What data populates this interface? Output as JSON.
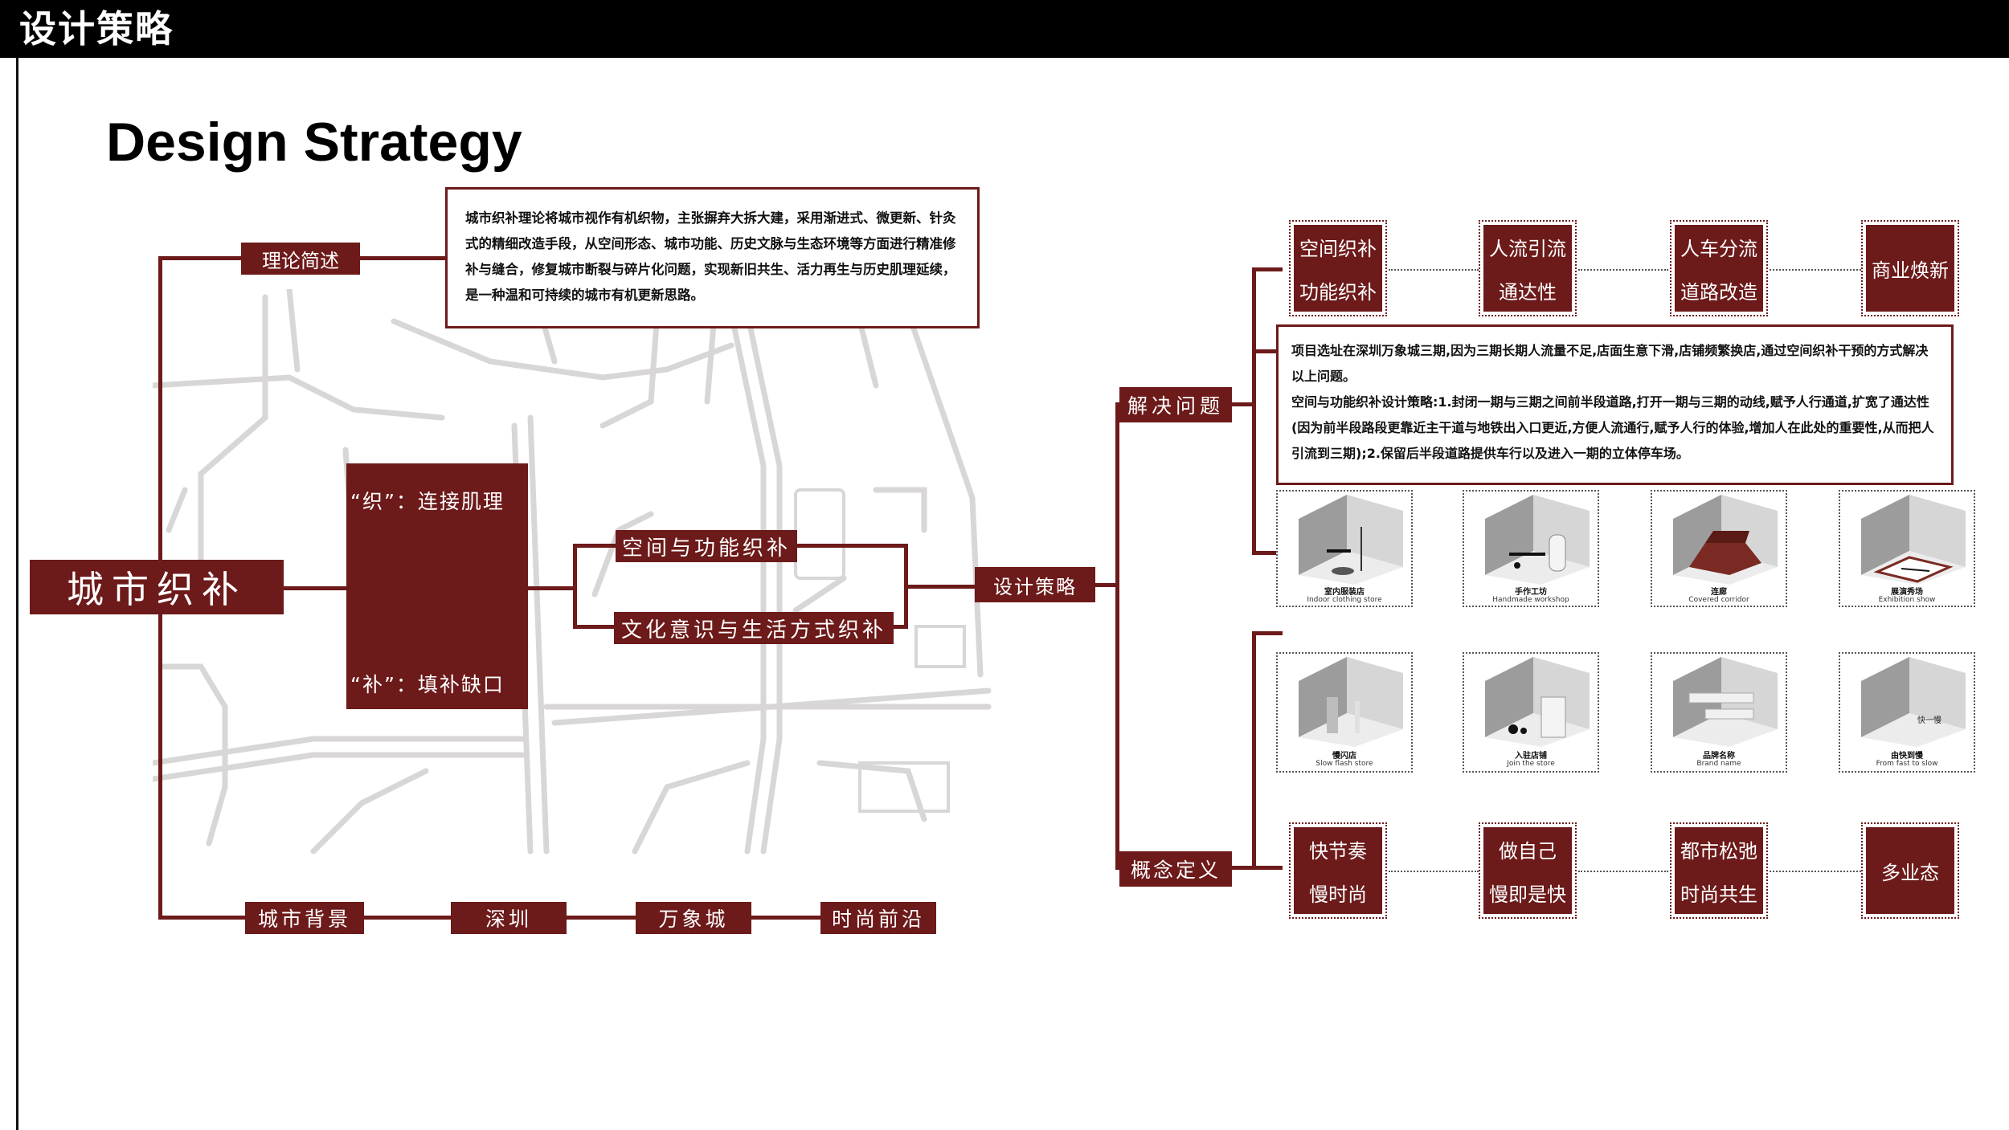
{
  "header": {
    "section_title": "设计策略"
  },
  "main_title": "Design Strategy",
  "left": {
    "root": "城市织补",
    "theory_label": "理论简述",
    "theory_text": "城市织补理论将城市视作有机织物，主张摒弃大拆大建，采用渐进式、微更新、针灸式的精细改造手段，从空间形态、城市功能、历史文脉与生态环境等方面进行精准修补与缝合，修复城市断裂与碎片化问题，实现新旧共生、活力再生与历史肌理延续，是一种温和可持续的城市有机更新思路。",
    "zhi": "“织”：连接肌理",
    "bu": "“补”：填补缺口",
    "branch1": "空间与功能织补",
    "branch2": "文化意识与生活方式织补",
    "strategy": "设计策略",
    "background": [
      "城市背景",
      "深圳",
      "万象城",
      "时尚前沿"
    ]
  },
  "right": {
    "solve_label": "解决问题",
    "concept_label": "概念定义",
    "top_chain": [
      {
        "l1": "空间织补",
        "l2": "功能织补"
      },
      {
        "l1": "人流引流",
        "l2": "通达性"
      },
      {
        "l1": "人车分流",
        "l2": "道路改造"
      },
      {
        "l1": "商业焕新",
        "l2": ""
      }
    ],
    "problem_text_1": "项目选址在深圳万象城三期,因为三期长期人流量不足,店面生意下滑,店铺频繁换店,通过空间织补干预的方式解决以上问题。",
    "problem_text_2": "空间与功能织补设计策略:1.封闭一期与三期之间前半段道路,打开一期与三期的动线,赋予人行通道,扩宽了通达性(因为前半段路段更靠近主干道与地铁出入口更近,方便人流通行,赋予人行的体验,增加人在此处的重要性,从而把人引流到三期);2.保留后半段道路提供车行以及进入一期的立体停车场。",
    "thumbs_row1": [
      {
        "zh": "室内服装店",
        "en": "Indoor clothing store"
      },
      {
        "zh": "手作工坊",
        "en": "Handmade workshop"
      },
      {
        "zh": "连廊",
        "en": "Covered corridor"
      },
      {
        "zh": "展演秀场",
        "en": "Exhibition show"
      }
    ],
    "thumbs_row2": [
      {
        "zh": "慢闪店",
        "en": "Slow flash store"
      },
      {
        "zh": "入驻店铺",
        "en": "Join the store"
      },
      {
        "zh": "品牌名称",
        "en": "Brand name"
      },
      {
        "zh": "由快到慢",
        "en": "From fast to slow"
      }
    ],
    "thumb_inner_text": "快一慢",
    "bottom_chain": [
      {
        "l1": "快节奏",
        "l2": "慢时尚"
      },
      {
        "l1": "做自己",
        "l2": "慢即是快"
      },
      {
        "l1": "都市松弛",
        "l2": "时尚共生"
      },
      {
        "l1": "多业态",
        "l2": ""
      }
    ]
  },
  "colors": {
    "accent": "#6d1a1a",
    "header": "#000000",
    "map_road": "#d8d6d6"
  }
}
